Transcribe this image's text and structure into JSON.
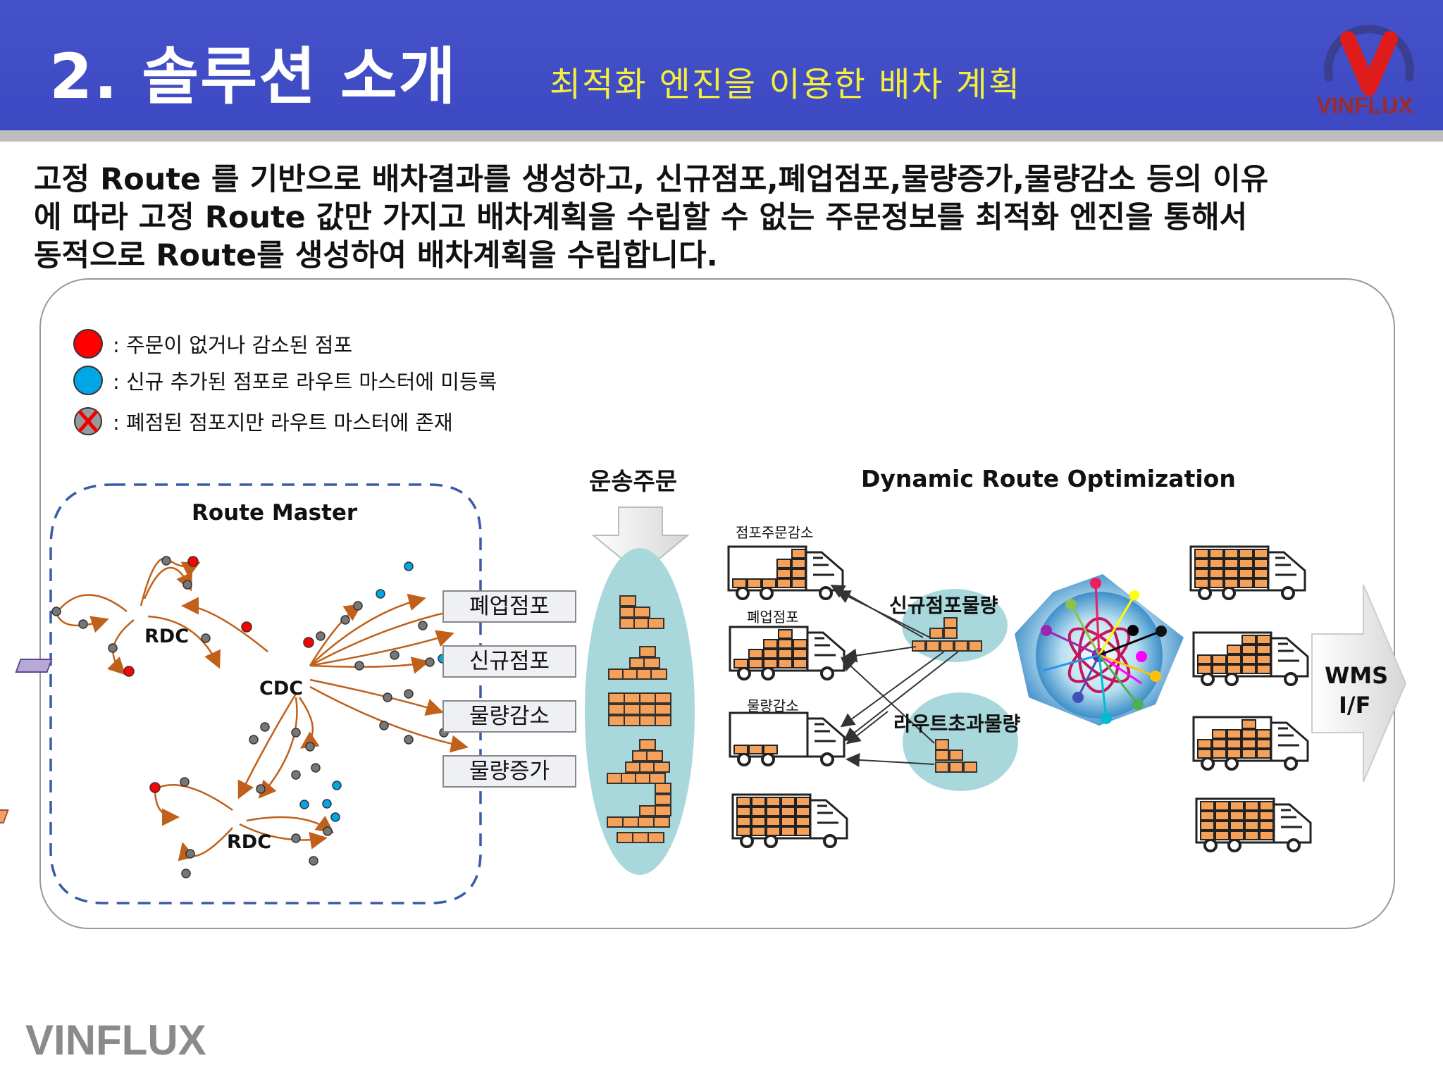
{
  "header": {
    "title": "2. 솔루션 소개",
    "subtitle": "최적화 엔진을 이용한 배차 계획",
    "logo_text": "VINFLUX"
  },
  "intro": {
    "line1": "고정 Route 를 기반으로 배차결과를 생성하고, 신규점포,폐업점포,물량증가,물량감소 등의 이유",
    "line2": "에 따라 고정 Route 값만 가지고 배차계획을 수립할 수 없는 주문정보를 최적화 엔진을 통해서",
    "line3": "동적으로 Route를 생성하여 배차계획을 수립합니다."
  },
  "legend": [
    {
      "icon": "red-dot",
      "color": "#ff0000",
      "text": ": 주문이 없거나 감소된 점포"
    },
    {
      "icon": "blue-dot",
      "color": "#00a6e6",
      "text": ": 신규 추가된 점포로 라우트 마스터에 미등록"
    },
    {
      "icon": "crossed-dot",
      "color": "#888888",
      "text": ": 폐점된 점포지만 라우트 마스터에 존재"
    }
  ],
  "diagram": {
    "route_master": "Route Master",
    "rdc_top": "RDC",
    "cdc": "CDC",
    "rdc_bottom": "RDC",
    "order_label": "운송주문",
    "labels": [
      "폐업점포",
      "신규점포",
      "물량감소",
      "물량증가"
    ],
    "dro_title": "Dynamic Route Optimization",
    "truck1": "점포주문감소",
    "truck2": "폐업점포",
    "truck3": "물량감소",
    "group1": "신규점포물량",
    "group2": "라우트초과물량",
    "wms": "WMS",
    "wms2": "I/F"
  },
  "colors": {
    "header": "#4652c9",
    "subtitle": "#f5ef3c",
    "box": "#f5a15a",
    "ellipse": "#a8d8dc",
    "route": "#c0601a"
  },
  "footer": "VINFLUX"
}
